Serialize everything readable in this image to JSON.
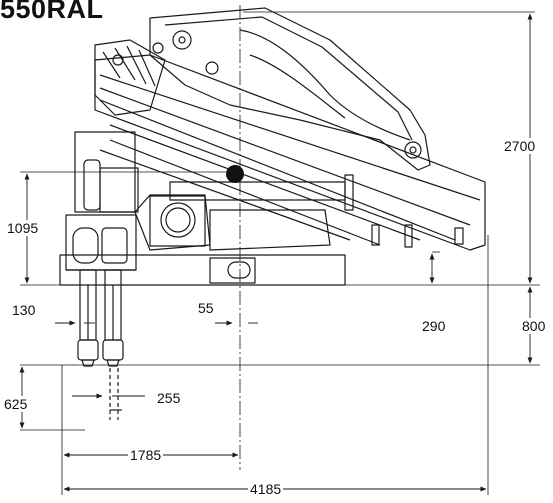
{
  "title": "550RAL",
  "dimensions": {
    "height_total": "2700",
    "height_1095": "1095",
    "width_130": "130",
    "width_55": "55",
    "depth_290": "290",
    "depth_800": "800",
    "depth_625": "625",
    "width_255": "255",
    "width_1785": "1785",
    "width_4185": "4185"
  },
  "colors": {
    "line": "#1a1a1a",
    "background": "#ffffff"
  }
}
